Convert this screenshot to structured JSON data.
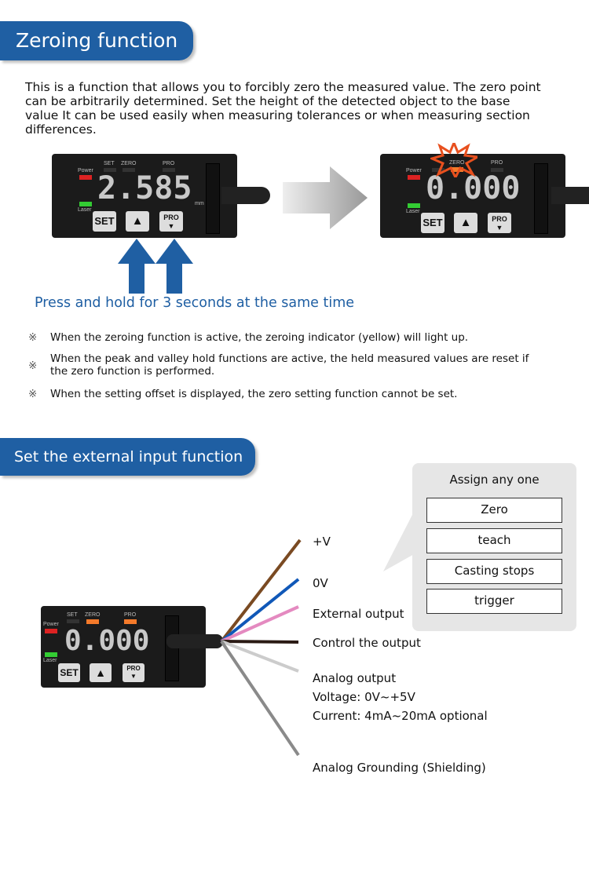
{
  "section1": {
    "title": "Zeroing function",
    "intro": "This is a function that allows you to forcibly zero the measured value. The zero point can be arbitrarily determined. Set the height of the detected object to the base value It can be used easily when measuring tolerances or when measuring section differences.",
    "instruction": "Press and hold for 3 seconds at the same time",
    "notes": [
      "When the zeroing function is active, the zeroing indicator (yellow) will light up.",
      "When the peak and valley hold functions are active, the held measured values are reset if the zero function is performed.",
      "When the setting offset is displayed, the zero setting function cannot be set."
    ],
    "note_mark": "※"
  },
  "device": {
    "set": "SET",
    "zero": "ZERO",
    "pro": "PRO",
    "power": "Power",
    "laser": "Laser",
    "mm": "mm",
    "btn_set": "SET",
    "btn_up": "▲",
    "btn_pro": "PRO",
    "btn_down": "▼"
  },
  "display_before": "2.585",
  "display_after": "0.000",
  "display_s2": "0.000",
  "section2": {
    "title": "Set the external input function",
    "assign_title": "Assign any one",
    "assign_options": [
      "Zero",
      "teach",
      "Casting stops",
      "trigger"
    ],
    "wires": [
      {
        "label": "+V",
        "color": "#7a4a22"
      },
      {
        "label": "0V",
        "color": "#1058b8"
      },
      {
        "label": "External output",
        "color": "#e48ac0"
      },
      {
        "label": "Control the output",
        "color": "#2a1a14"
      },
      {
        "label": "Analog output",
        "color": "#cccccc",
        "extra": [
          "Voltage: 0V~+5V",
          "Current: 4mA~20mA optional"
        ]
      },
      {
        "label": "Analog Grounding (Shielding)",
        "color": "#8a8a8a"
      }
    ]
  },
  "colors": {
    "brand": "#1f5fa3",
    "arrow": "#1f5fa3",
    "burst": "#e8501e"
  }
}
